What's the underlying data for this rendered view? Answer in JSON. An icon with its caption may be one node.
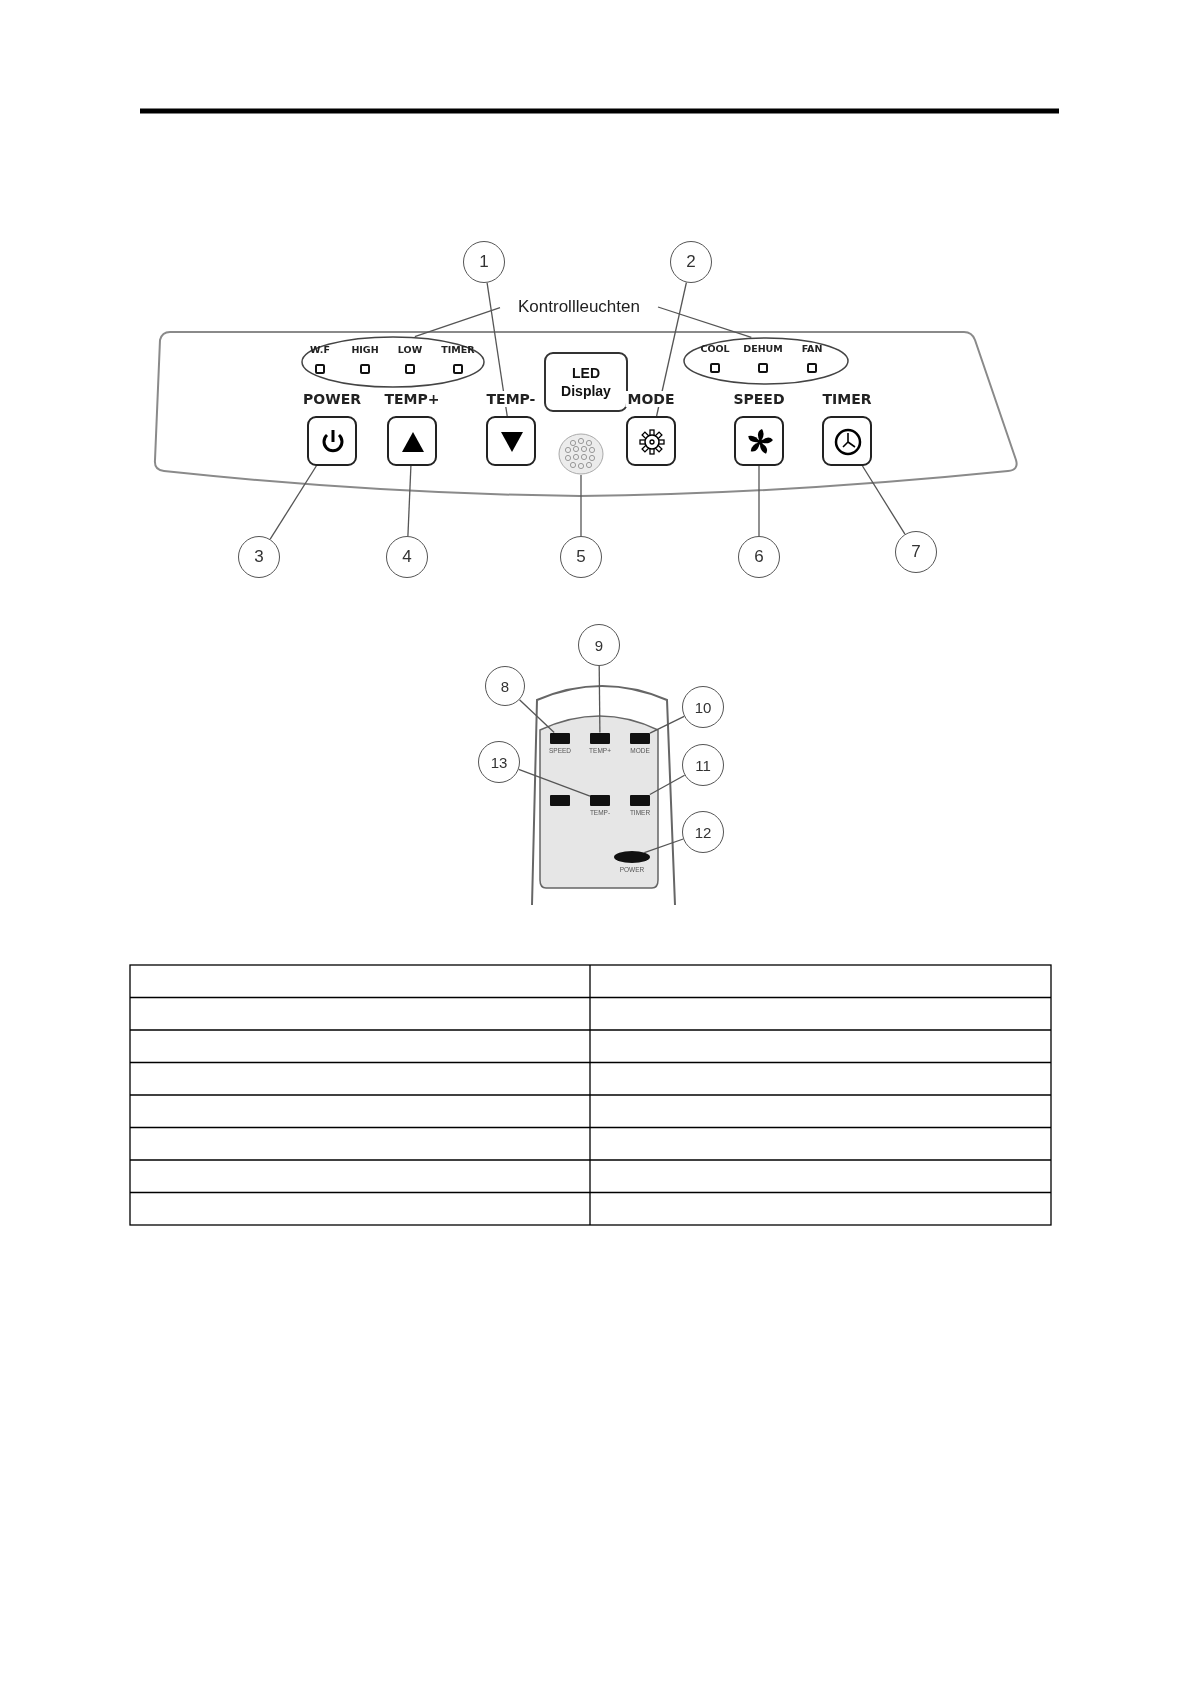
{
  "diagram": {
    "nodes": [
      {
        "text": [
          "1"
        ]
      },
      {
        "text": [
          "2"
        ]
      },
      {
        "text": [
          "Kontrollleuchten"
        ]
      },
      {
        "text": [
          "W.F",
          "HIGH",
          "LOW",
          "TIMER"
        ]
      },
      {
        "text": [
          "LED Display"
        ]
      },
      {
        "text": [
          "COOL",
          "DEHUM",
          "FAN"
        ]
      },
      {
        "text": [
          "POWER"
        ]
      },
      {
        "text": [
          "TEMP+"
        ]
      },
      {
        "text": [
          "TEMP-"
        ]
      },
      {
        "text": [
          "MODE"
        ]
      },
      {
        "text": [
          "SPEED"
        ]
      },
      {
        "text": [
          "TIMER"
        ]
      },
      {
        "text": [],
        "shape": "circle"
      },
      {
        "text": [
          "3"
        ]
      },
      {
        "text": [
          "4"
        ]
      },
      {
        "text": [
          "5"
        ]
      },
      {
        "text": [
          "6"
        ]
      },
      {
        "text": [
          "7"
        ]
      },
      {
        "text": [
          "9"
        ]
      },
      {
        "text": [
          "8"
        ]
      },
      {
        "text": [
          "10"
        ]
      },
      {
        "text": [
          "SPEED"
        ]
      },
      {
        "text": [
          "TEMP+"
        ]
      },
      {
        "text": [
          "MODE"
        ]
      },
      {
        "text": [
          "13"
        ]
      },
      {
        "text": [
          "11"
        ]
      },
      {
        "text": [],
        "shape": "box"
      },
      {
        "text": [
          "TEMP-"
        ]
      },
      {
        "text": [
          "TIMER"
        ]
      },
      {
        "text": [
          "12"
        ]
      },
      {
        "text": [
          "POWER"
        ]
      }
    ],
    "edges": [
      {
        "from": 0,
        "to": 8,
        "arrow": "none"
      },
      {
        "from": 1,
        "to": 9,
        "arrow": "none"
      },
      {
        "from": 2,
        "to": 3,
        "arrow": "none"
      },
      {
        "from": 2,
        "to": 5,
        "arrow": "none"
      },
      {
        "from": 13,
        "to": 6,
        "arrow": "none"
      },
      {
        "from": 14,
        "to": 7,
        "arrow": "none"
      },
      {
        "from": 15,
        "to": 12,
        "arrow": "none"
      },
      {
        "from": 16,
        "to": 10,
        "arrow": "none"
      },
      {
        "from": 17,
        "to": 11,
        "arrow": "none"
      },
      {
        "from": 19,
        "to": 21,
        "arrow": "none"
      },
      {
        "from": 18,
        "to": 22,
        "arrow": "none"
      },
      {
        "from": 20,
        "to": 23,
        "arrow": "none"
      },
      {
        "from": 24,
        "to": 27,
        "arrow": "none"
      },
      {
        "from": 25,
        "to": 28,
        "arrow": "none"
      },
      {
        "from": 29,
        "to": 30,
        "arrow": "none"
      }
    ]
  }
}
